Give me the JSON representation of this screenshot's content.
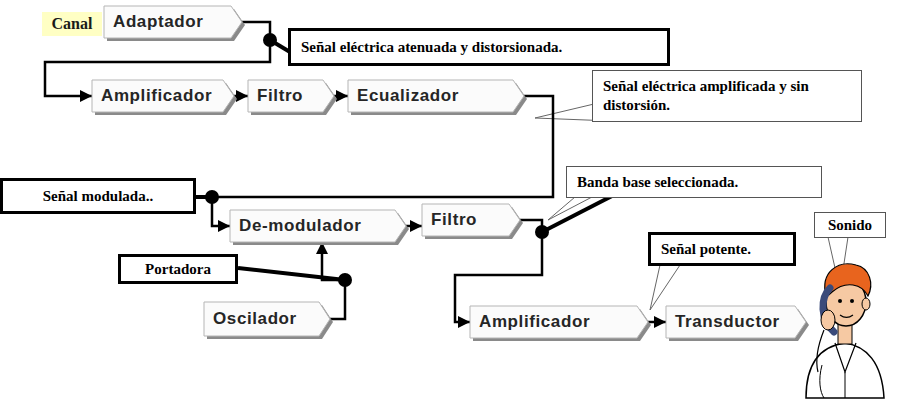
{
  "diagram": {
    "nodes": [
      {
        "text": [
          "Canal"
        ]
      },
      {
        "text": [
          "Adaptador"
        ]
      },
      {
        "text": [
          "Señal eléctrica atenuada y distorsionada."
        ]
      },
      {
        "text": [
          "Amplificador"
        ]
      },
      {
        "text": [
          "Filtro"
        ]
      },
      {
        "text": [
          "Ecualizador"
        ]
      },
      {
        "text": [
          "Señal eléctrica amplificada y sin distorsión."
        ]
      },
      {
        "text": [
          "Señal modulada.."
        ]
      },
      {
        "text": [
          "De-modulador"
        ]
      },
      {
        "text": [
          "Filtro"
        ]
      },
      {
        "text": [
          "Banda base seleccionada."
        ]
      },
      {
        "text": [
          "Sonido"
        ]
      },
      {
        "text": [
          "Señal potente."
        ]
      },
      {
        "text": [
          "Portadora"
        ]
      },
      {
        "text": [
          "Oscilador"
        ]
      },
      {
        "text": [
          "Amplificador"
        ]
      },
      {
        "text": [
          "Transductor"
        ]
      }
    ],
    "edges": [
      {
        "from": 1,
        "to": 3,
        "arrow": "to"
      },
      {
        "from": 3,
        "to": 4,
        "arrow": "to"
      },
      {
        "from": 4,
        "to": 5,
        "arrow": "to"
      },
      {
        "from": 5,
        "to": 8,
        "arrow": "to"
      },
      {
        "from": 14,
        "to": 8,
        "arrow": "to"
      },
      {
        "from": 8,
        "to": 9,
        "arrow": "to"
      },
      {
        "from": 9,
        "to": 15,
        "arrow": "to"
      },
      {
        "from": 15,
        "to": 16,
        "arrow": "to"
      }
    ]
  }
}
